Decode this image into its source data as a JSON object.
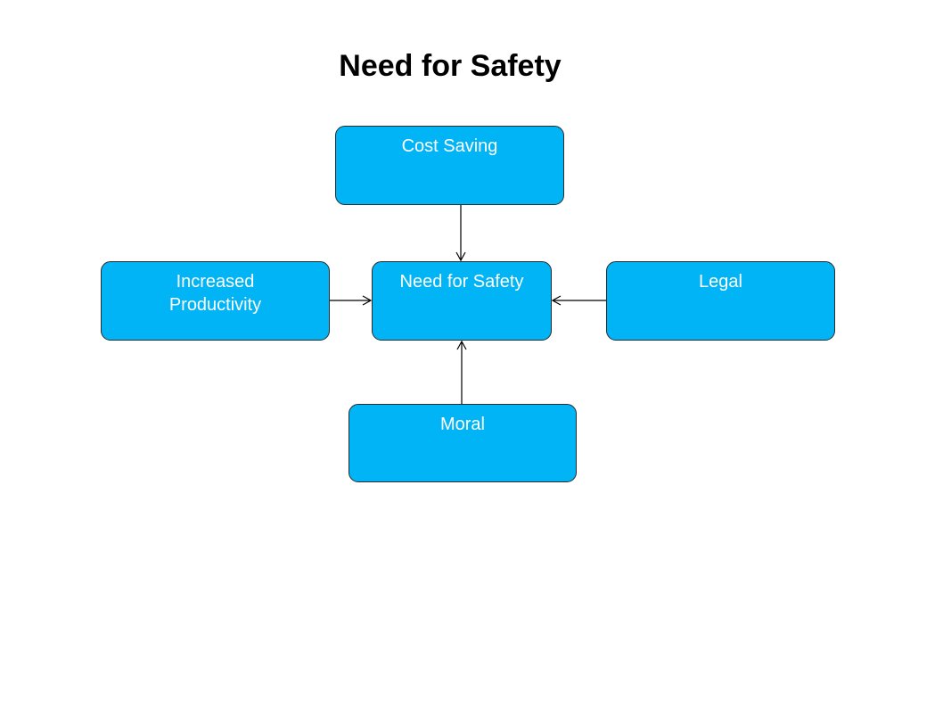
{
  "title": "Need for Safety",
  "colors": {
    "node_fill": "#00b4f5",
    "node_border": "#2b2b2b",
    "node_text": "#ffffff",
    "connector": "#000000"
  },
  "nodes": {
    "cost_saving": "Cost Saving",
    "center": "Need for Safety",
    "increased_productivity": "Increased Productivity",
    "legal": "Legal",
    "moral": "Moral"
  },
  "edges": [
    {
      "from": "cost_saving",
      "to": "center"
    },
    {
      "from": "increased_productivity",
      "to": "center"
    },
    {
      "from": "legal",
      "to": "center"
    },
    {
      "from": "moral",
      "to": "center"
    }
  ]
}
